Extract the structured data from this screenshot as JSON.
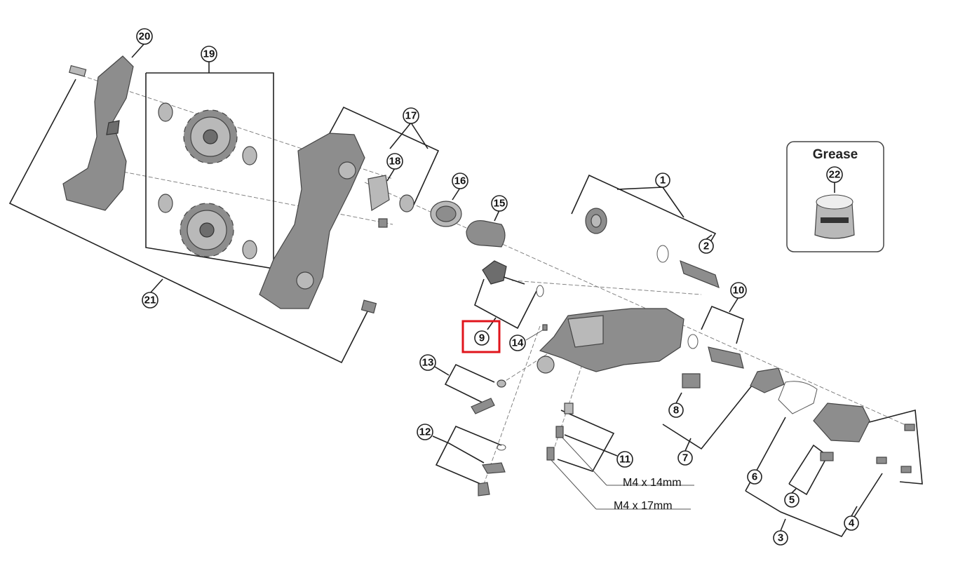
{
  "diagram": {
    "callouts": [
      "1",
      "2",
      "3",
      "4",
      "5",
      "6",
      "7",
      "8",
      "9",
      "10",
      "11",
      "12",
      "13",
      "14",
      "15",
      "16",
      "17",
      "18",
      "19",
      "20",
      "21",
      "22"
    ],
    "highlighted_callout": "9",
    "highlight_color": "#e0151c",
    "screw_sizes": [
      "M4 x 14mm",
      "M4 x 17mm"
    ],
    "grease_box": {
      "title": "Grease",
      "callout": "22"
    }
  }
}
